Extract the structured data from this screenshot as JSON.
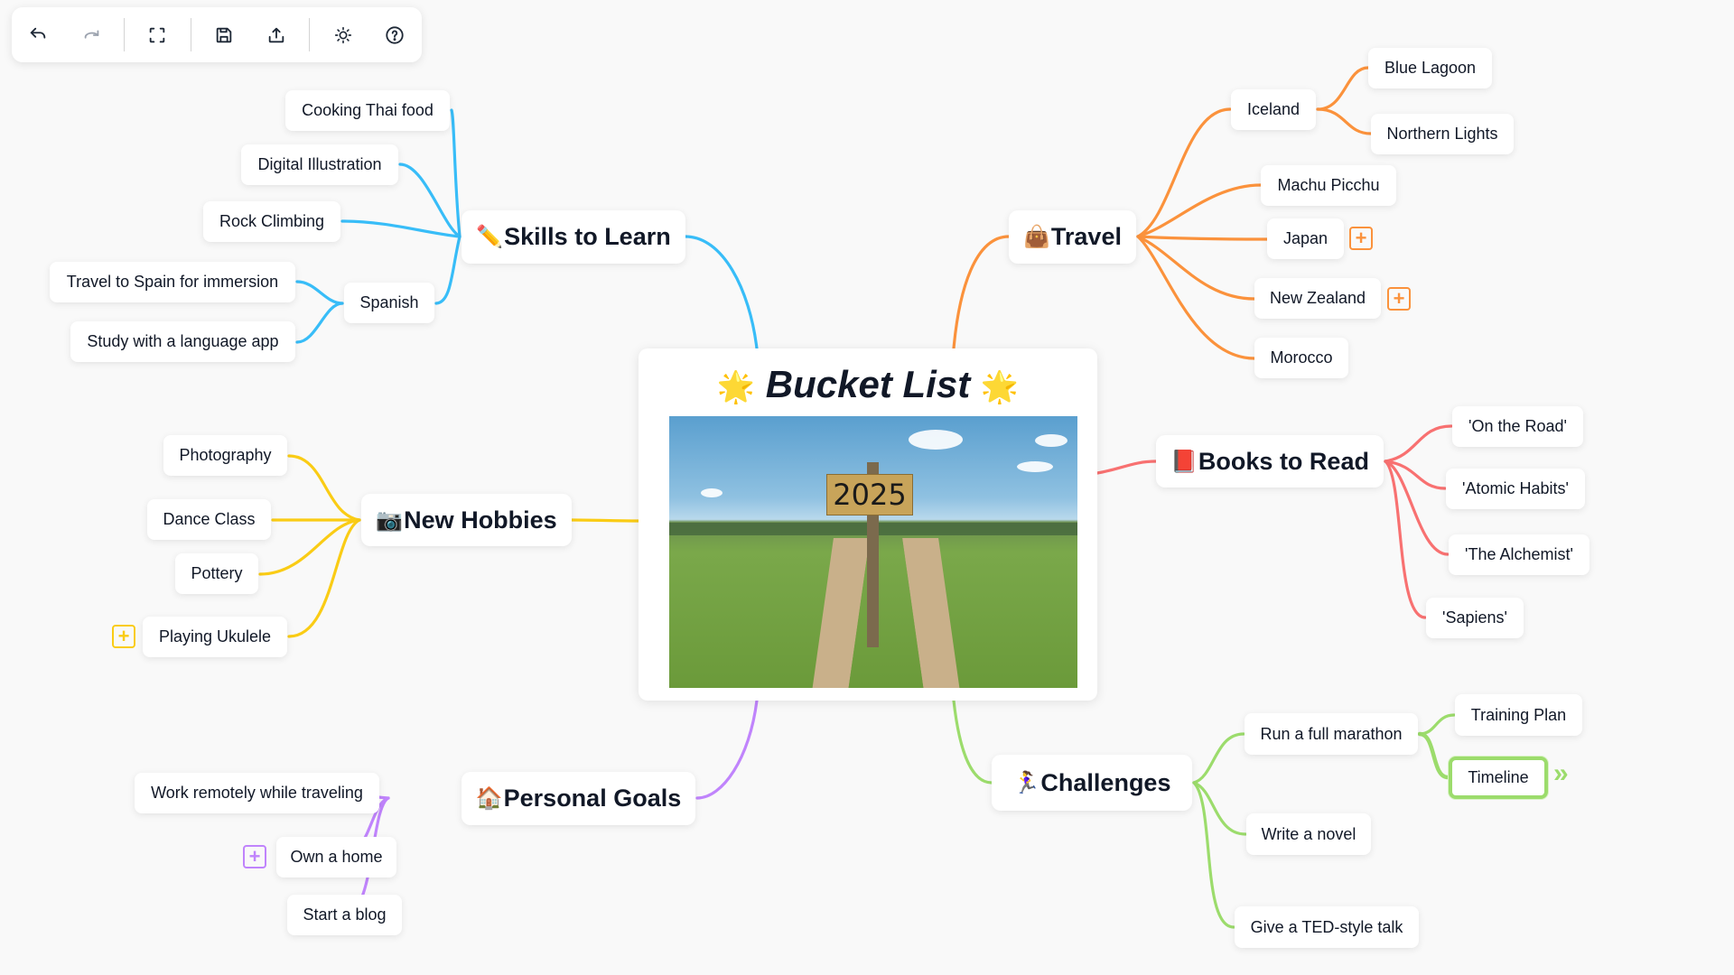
{
  "toolbar": {
    "buttons": [
      {
        "name": "undo",
        "icon": "undo-icon"
      },
      {
        "name": "redo",
        "icon": "redo-icon",
        "disabled": true
      },
      {
        "name": "fullscreen",
        "icon": "fullscreen-icon"
      },
      {
        "name": "save",
        "icon": "save-icon"
      },
      {
        "name": "export",
        "icon": "upload-icon"
      },
      {
        "name": "theme",
        "icon": "sun-moon-icon"
      },
      {
        "name": "help",
        "icon": "help-circle-icon"
      }
    ]
  },
  "colors": {
    "background": "#f9f9f9",
    "skills": "#38bdf8",
    "travel": "#fb923c",
    "hobbies": "#facc15",
    "books": "#f87171",
    "goals": "#c084fc",
    "challenges": "#9cdc6c"
  },
  "center": {
    "title": "Bucket List",
    "title_emoji": "🌟",
    "image_sign_text": "2025"
  },
  "branches": {
    "skills": {
      "emoji": "✏️",
      "label": "Skills to Learn",
      "children": [
        "Cooking Thai food",
        "Digital Illustration",
        "Rock Climbing",
        "Spanish"
      ],
      "spanish_children": [
        "Travel to Spain for immersion",
        "Study with a language app"
      ]
    },
    "travel": {
      "emoji": "👜",
      "label": "Travel",
      "children": [
        "Iceland",
        "Machu Picchu",
        "Japan",
        "New Zealand",
        "Morocco"
      ],
      "iceland_children": [
        "Blue Lagoon",
        "Northern Lights"
      ],
      "plus": "+"
    },
    "hobbies": {
      "emoji": "📷",
      "label": "New Hobbies",
      "children": [
        "Photography",
        "Dance Class",
        "Pottery",
        "Playing Ukulele"
      ],
      "plus": "+"
    },
    "books": {
      "emoji": "📕",
      "label": "Books to Read",
      "children": [
        "'On the Road'",
        "'Atomic Habits'",
        "'The Alchemist'",
        "'Sapiens'"
      ]
    },
    "goals": {
      "emoji": "🏠",
      "label": "Personal Goals",
      "children": [
        "Work remotely while traveling",
        "Own a home",
        "Start a blog"
      ],
      "plus": "+"
    },
    "challenges": {
      "emoji": "🏃‍♀️",
      "label": "Challenges",
      "children": [
        "Run a full marathon",
        "Write a novel",
        "Give a TED-style talk"
      ],
      "marathon_children": [
        "Training Plan",
        "Timeline"
      ],
      "selected": "Timeline",
      "expand": "»"
    }
  }
}
